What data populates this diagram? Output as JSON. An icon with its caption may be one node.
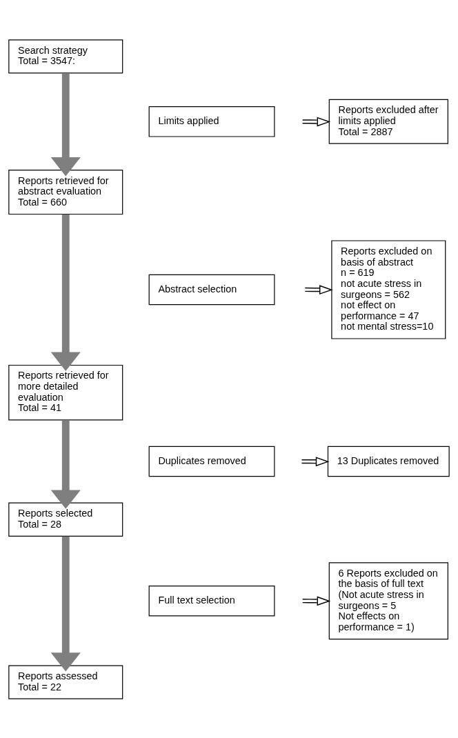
{
  "diagram": {
    "nodes": [
      {
        "text": [
          "Search strategy",
          "Total = 3547:"
        ]
      },
      {
        "text": [
          "Limits applied"
        ]
      },
      {
        "text": [
          "Reports excluded after limits applied",
          "Total = 2887"
        ]
      },
      {
        "text": [
          "Reports retrieved for abstract evaluation",
          "Total = 660"
        ]
      },
      {
        "text": [
          "Abstract selection"
        ]
      },
      {
        "text": [
          "Reports excluded on basis of abstract",
          "n = 619",
          "not acute stress in surgeons = 562",
          "not effect on performance = 47",
          "not mental stress=10"
        ]
      },
      {
        "text": [
          "Reports retrieved for more detailed evaluation",
          "Total = 41"
        ]
      },
      {
        "text": [
          "Duplicates removed"
        ]
      },
      {
        "text": [
          "13 Duplicates removed"
        ]
      },
      {
        "text": [
          "Reports selected",
          "Total = 28"
        ]
      },
      {
        "text": [
          "Full text selection"
        ]
      },
      {
        "text": [
          "6 Reports excluded on the basis of full text",
          "(Not acute stress in surgeons = 5",
          "Not effects on performance = 1)"
        ]
      },
      {
        "text": [
          "Reports assessed",
          "Total = 22"
        ]
      }
    ],
    "edges": [
      {
        "from": 0,
        "to": 3,
        "arrow": "to",
        "style": "thick",
        "color": "#7f7f7f"
      },
      {
        "from": null,
        "to": 2,
        "arrow": "to",
        "color": "#000000"
      },
      {
        "from": 3,
        "to": 6,
        "arrow": "to",
        "style": "thick",
        "color": "#7f7f7f"
      },
      {
        "from": null,
        "to": 5,
        "arrow": "to",
        "color": "#000000"
      },
      {
        "from": 6,
        "to": 9,
        "arrow": "to",
        "style": "thick",
        "color": "#7f7f7f"
      },
      {
        "from": null,
        "to": 8,
        "arrow": "to",
        "color": "#000000"
      },
      {
        "from": 9,
        "to": 12,
        "arrow": "to",
        "style": "thick",
        "color": "#7f7f7f"
      },
      {
        "from": null,
        "to": 11,
        "arrow": "to",
        "color": "#000000"
      }
    ]
  }
}
